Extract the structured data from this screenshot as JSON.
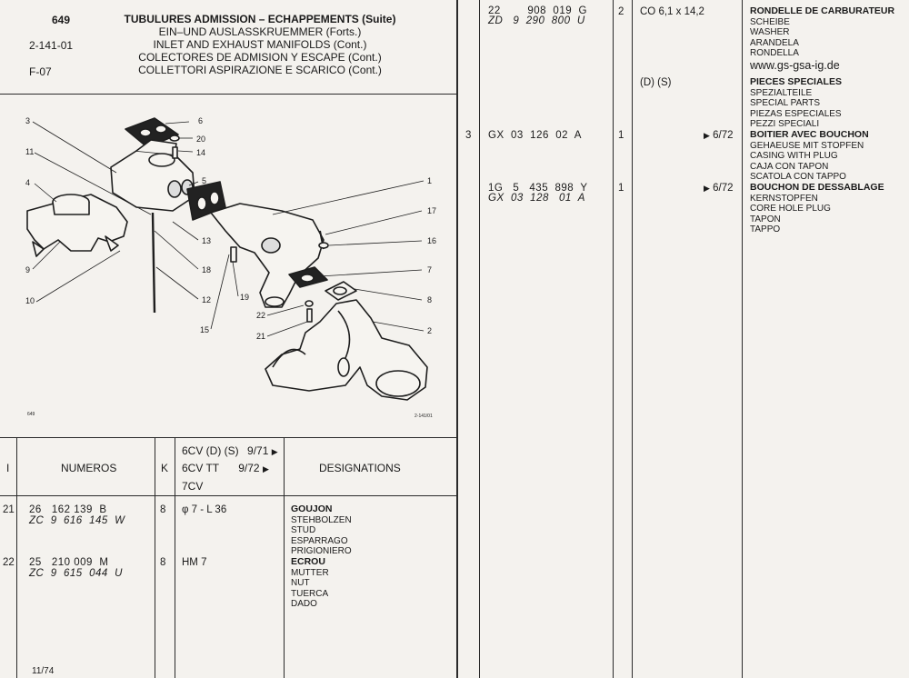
{
  "header": {
    "page_number": "649",
    "code": "2-141-01",
    "ref": "F-07",
    "title_fr": "TUBULURES ADMISSION – ECHAPPEMENTS (Suite)",
    "title_de": "EIN–UND AUSLASSKRUEMMER (Forts.)",
    "title_en": "INLET AND EXHAUST MANIFOLDS (Cont.)",
    "title_es": "COLECTORES DE ADMISION Y ESCAPE (Cont.)",
    "title_it": "COLLETTORI ASPIRAZIONE E SCARICO (Cont.)"
  },
  "diagram": {
    "callouts": [
      "3",
      "6",
      "20",
      "14",
      "11",
      "5",
      "1",
      "4",
      "17",
      "13",
      "16",
      "9",
      "18",
      "7",
      "10",
      "12",
      "19",
      "8",
      "22",
      "15",
      "2",
      "21"
    ],
    "small_left": "649",
    "small_right": "2-141/01"
  },
  "table_header": {
    "col_i": "I",
    "col_numeros": "NUMEROS",
    "col_k": "K",
    "model_1": "6CV (D) (S)",
    "model_1_date": "9/71",
    "model_2": "6CV TT",
    "model_2_date": "9/72",
    "model_3": "7CV",
    "arrow": "▶",
    "col_designations": "DESIGNATIONS"
  },
  "left_rows": [
    {
      "item": "21",
      "num_line1": "26   162 139  B",
      "num_line2": "ZC  9  616  145  W",
      "qty": "8",
      "spec": "φ 7 - L 36",
      "desig": [
        "GOUJON",
        "STEHBOLZEN",
        "STUD",
        "ESPARRAGO",
        "PRIGIONIERO"
      ]
    },
    {
      "item": "22",
      "num_line1": "25   210 009  M",
      "num_line2": "ZC  9  615  044  U",
      "qty": "8",
      "spec": "HM 7",
      "desig": [
        "ECROU",
        "MUTTER",
        "NUT",
        "TUERCA",
        "DADO"
      ]
    }
  ],
  "footer_date": "11/74",
  "right_rows": [
    {
      "item": "",
      "num_line1": "22        908  019  G",
      "num_line2": "ZD   9  290  800  U",
      "qty": "2",
      "spec": "CO 6,1 x 14,2",
      "date": "",
      "desig": [
        "RONDELLE DE CARBURATEUR",
        "SCHEIBE",
        "WASHER",
        "ARANDELA",
        "RONDELLA"
      ],
      "extra": "www.gs-gsa-ig.de"
    },
    {
      "item": "",
      "num_line1": "",
      "num_line2": "",
      "qty": "",
      "spec": "(D) (S)",
      "date": "",
      "desig": [
        "PIECES SPECIALES",
        "SPEZIALTEILE",
        "SPECIAL PARTS",
        "PIEZAS ESPECIALES",
        "PEZZI SPECIALI"
      ]
    },
    {
      "item": "3",
      "num_line1": "GX  03  126  02  A",
      "num_line2": "",
      "qty": "1",
      "spec": "",
      "date": "6/72",
      "desig": [
        "BOITIER AVEC BOUCHON",
        "GEHAEUSE MIT STOPFEN",
        "CASING WITH PLUG",
        "CAJA CON TAPON",
        "SCATOLA CON TAPPO"
      ]
    },
    {
      "item": "",
      "num_line1": "1G   5   435  898  Y",
      "num_line2": "GX  03  128   01  A",
      "qty": "1",
      "spec": "",
      "date": "6/72",
      "desig": [
        "BOUCHON DE DESSABLAGE",
        "KERNSTOPFEN",
        "CORE HOLE PLUG",
        "TAPON",
        "TAPPO"
      ]
    }
  ]
}
